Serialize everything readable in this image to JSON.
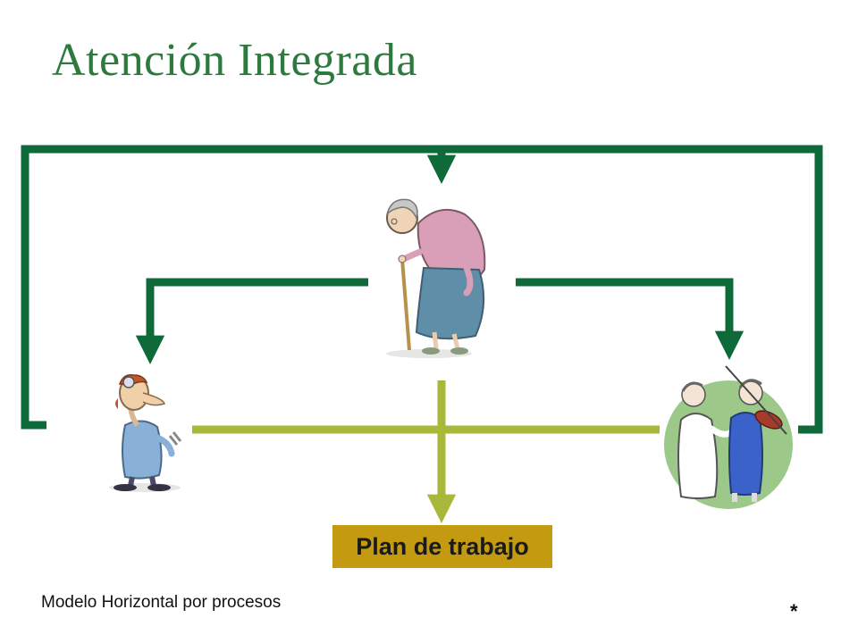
{
  "slide": {
    "title": "Atención Integrada",
    "plan_label": "Plan de trabajo",
    "footer": "Modelo Horizontal por procesos",
    "mark": "*"
  },
  "colors": {
    "title": "#2d7a3e",
    "dark_arrow": "#0f6a3a",
    "light_arrow": "#a8b83a",
    "plan_box": "#c49a10"
  },
  "icons": {
    "center": "elderly-woman-icon",
    "left": "doctor-icon",
    "right": "caregivers-violin-icon"
  }
}
